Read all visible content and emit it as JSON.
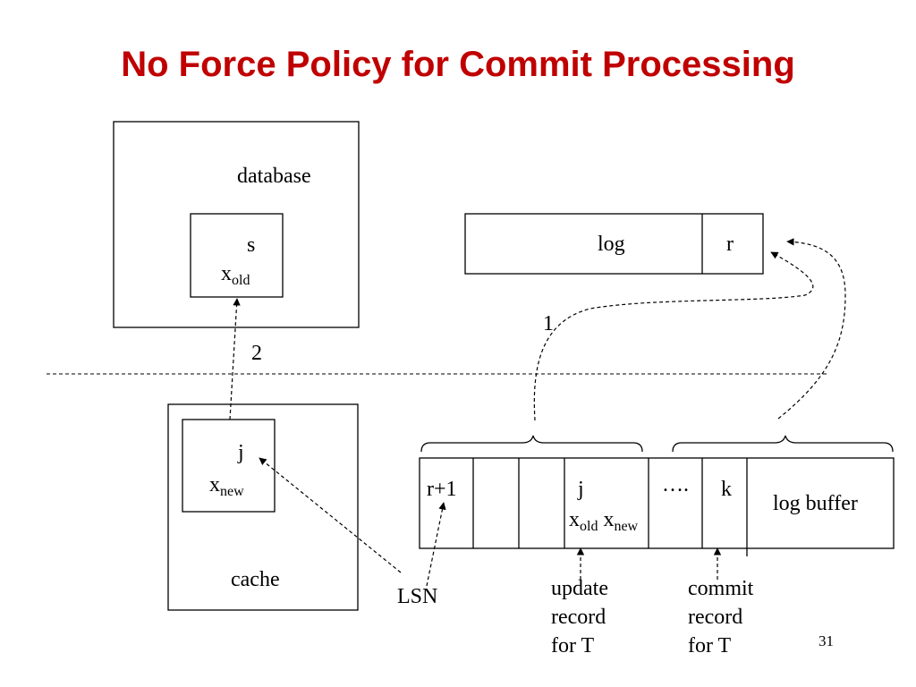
{
  "title": "No Force Policy for Commit Processing",
  "colors": {
    "title": "#c00000",
    "lines": "#000000"
  },
  "database": {
    "label": "database",
    "page_label": "s",
    "page_value_base": "x",
    "page_value_sub": "old"
  },
  "cache": {
    "label": "cache",
    "page_label": "j",
    "page_value_base": "x",
    "page_value_sub": "new"
  },
  "log": {
    "label": "log",
    "last_record": "r"
  },
  "log_buffer": {
    "label": "log buffer",
    "first_record": "r+1",
    "update_record_label": "j",
    "update_old_base": "x",
    "update_old_sub": "old",
    "update_new_base": "x",
    "update_new_sub": "new",
    "ellipsis": "….",
    "commit_record_label": "k"
  },
  "steps": {
    "step1": "1",
    "step2": "2"
  },
  "annotations": {
    "lsn": "LSN",
    "update_line1": "update",
    "update_line2": "record",
    "update_line3": "for T",
    "commit_line1": "commit",
    "commit_line2": "record",
    "commit_line3": "for T"
  },
  "page_number": "31"
}
